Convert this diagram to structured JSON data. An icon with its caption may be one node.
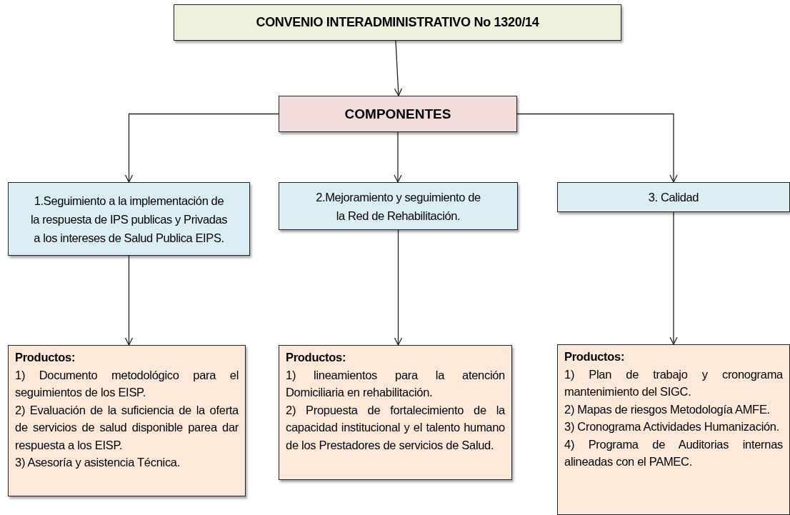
{
  "diagram": {
    "nodes": [
      {
        "text": [
          "CONVENIO INTERADMINISTRATIVO No 1320/14"
        ]
      },
      {
        "text": [
          "COMPONENTES"
        ]
      },
      {
        "text": [
          "1.Seguimiento a la implementación de la respuesta de IPS publicas y Privadas a los intereses de Salud Publica EIPS."
        ]
      },
      {
        "text": [
          "2.Mejoramiento y seguimiento de la Red de Rehabilitación."
        ]
      },
      {
        "text": [
          "3. Calidad"
        ]
      },
      {
        "text": [
          "Productos:",
          "1) Documento metodológico para el seguimientos de los EISP.",
          "2) Evaluación de la suficiencia de la oferta de servicios de salud disponible parea dar respuesta a los EISP.",
          "3) Asesoría y asistencia Técnica."
        ]
      },
      {
        "text": [
          "Productos:",
          "1) lineamientos para la atención Domiciliaria en rehabilitación.",
          "2) Propuesta de fortalecimiento de la capacidad institucional  y el talento humano de los Prestadores de servicios de Salud."
        ]
      },
      {
        "text": [
          "Productos:",
          "1) Plan de trabajo y cronograma mantenimiento del SIGC.",
          "2) Mapas de riesgos Metodología AMFE.",
          "3) Cronograma Actividades Humanización.",
          "4) Programa de Auditorias internas alineadas con el PAMEC."
        ]
      }
    ],
    "edges": [
      {
        "from": 0,
        "to": 1,
        "arrow": "to"
      },
      {
        "from": 1,
        "to": 2,
        "arrow": "to"
      },
      {
        "from": 1,
        "to": 3,
        "arrow": "to"
      },
      {
        "from": 1,
        "to": 4,
        "arrow": "to"
      },
      {
        "from": 2,
        "to": 5,
        "arrow": "to"
      },
      {
        "from": 3,
        "to": 6,
        "arrow": "to"
      },
      {
        "from": 4,
        "to": 7,
        "arrow": "to"
      }
    ]
  }
}
